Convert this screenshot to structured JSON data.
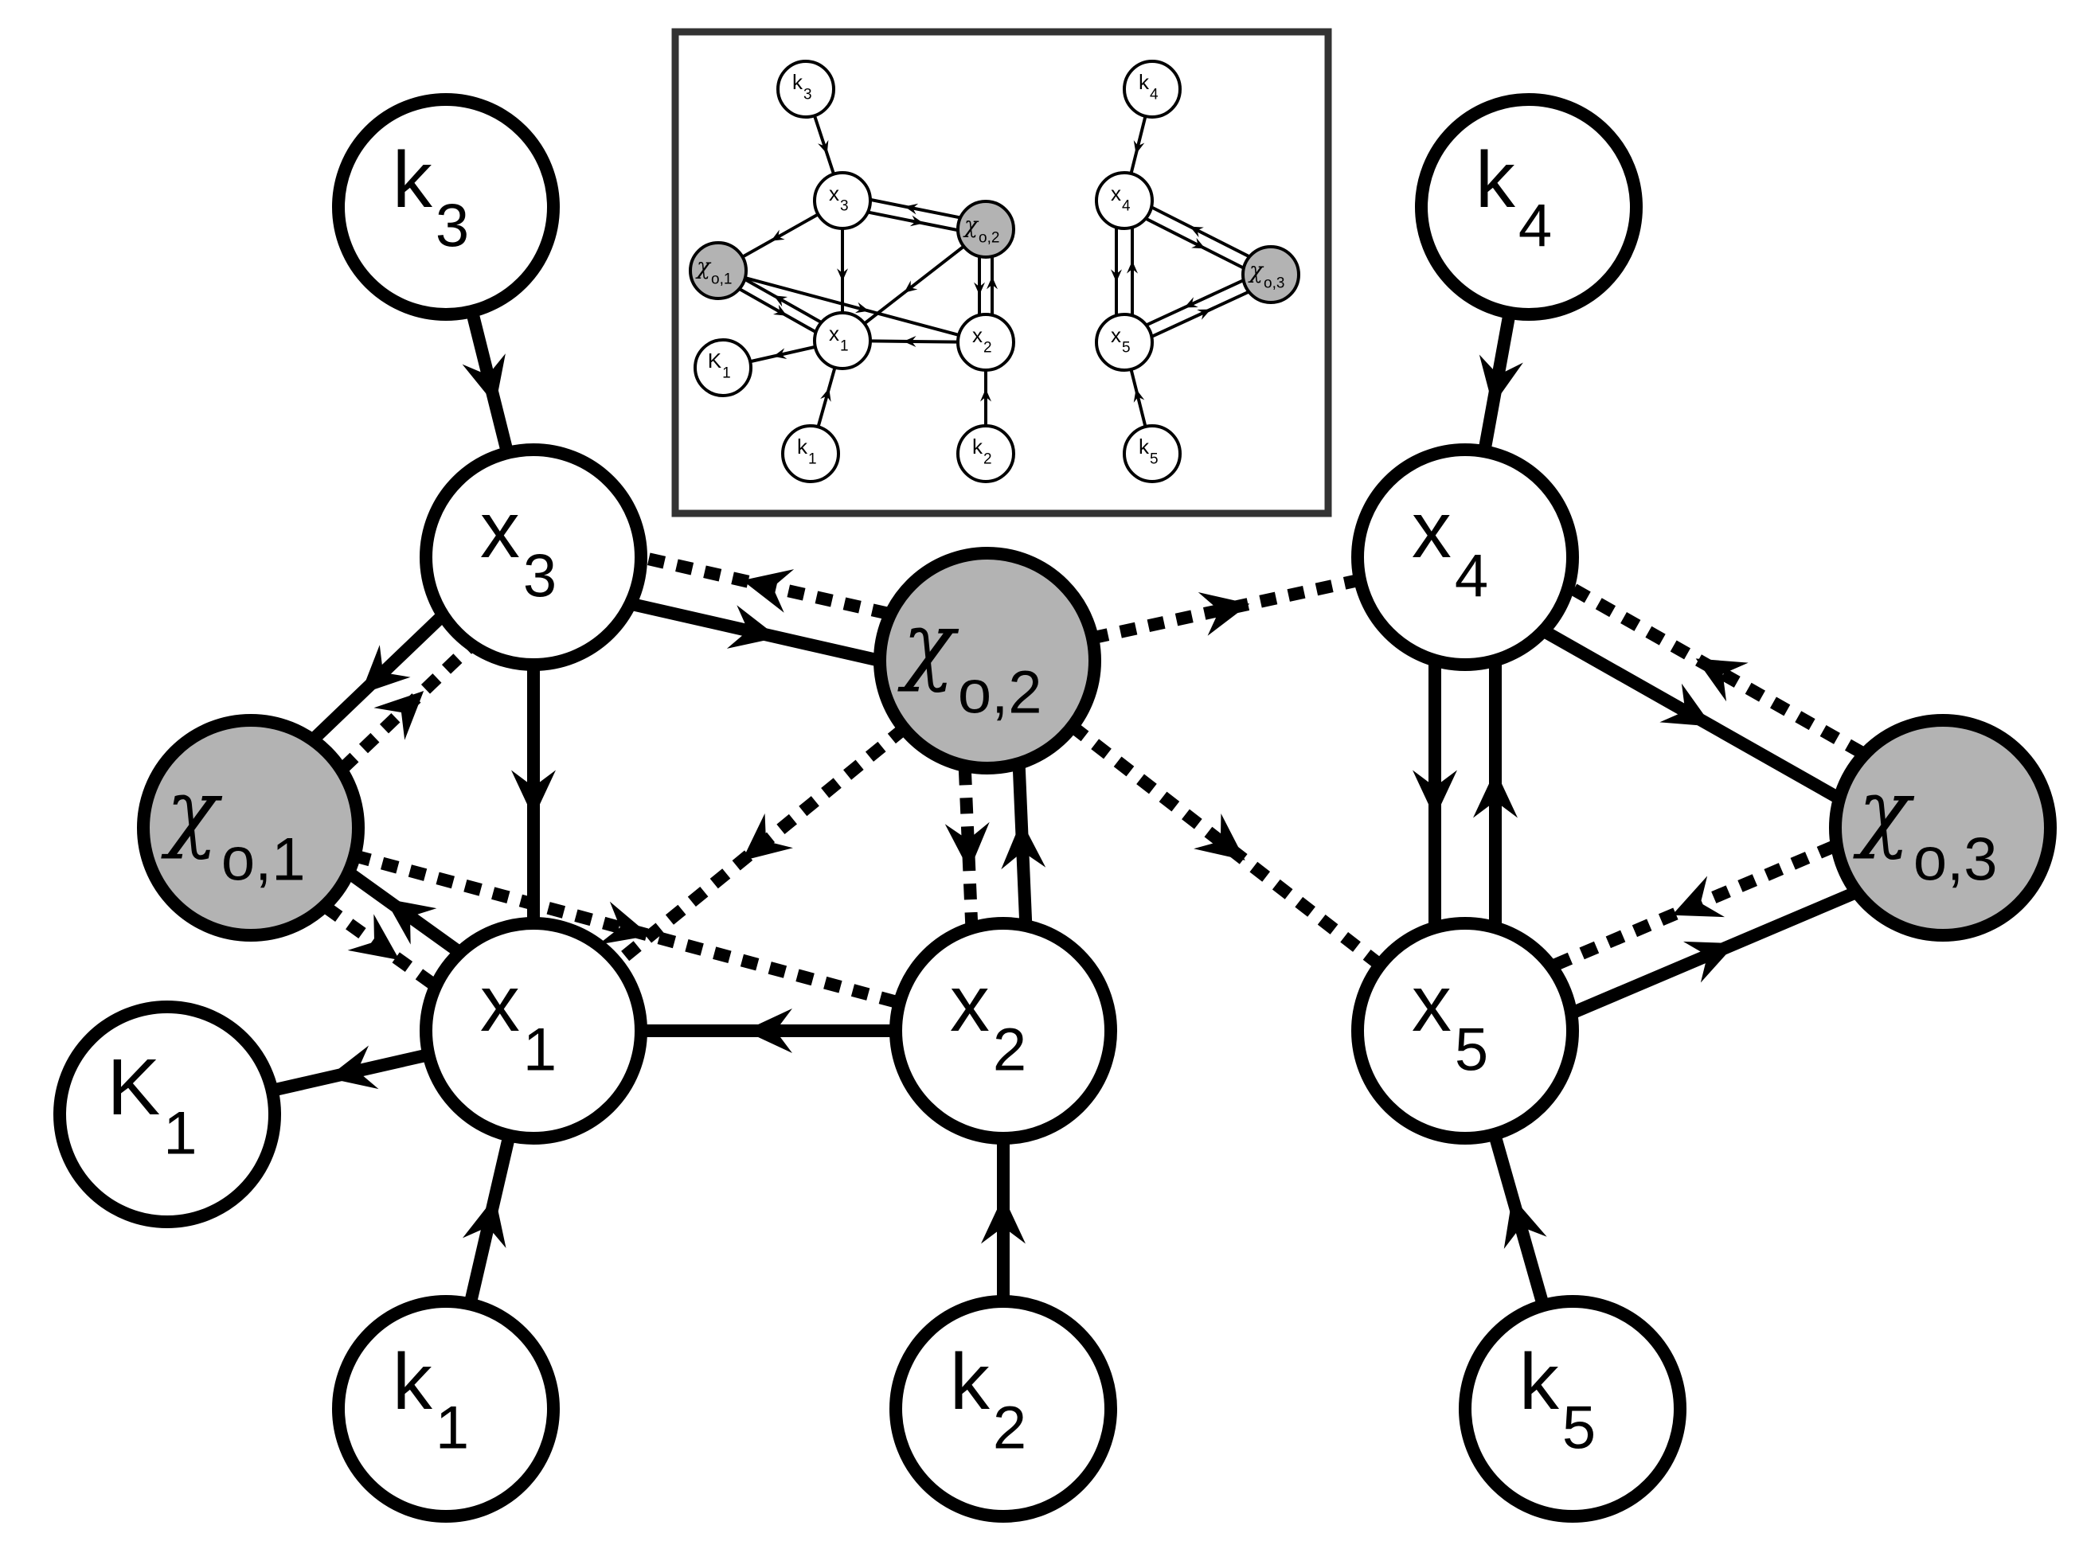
{
  "colors": {
    "stroke": "#000000",
    "node_fill": "#ffffff",
    "observed_fill": "#b3b3b3",
    "background": "#ffffff"
  },
  "main_graph": {
    "nodes": [
      {
        "id": "k3",
        "label": "k",
        "sub": "3",
        "type": "plain"
      },
      {
        "id": "x3",
        "label": "x",
        "sub": "3",
        "type": "plain"
      },
      {
        "id": "chi1",
        "label": "χ",
        "sub": "o,1",
        "type": "observed"
      },
      {
        "id": "x1",
        "label": "x",
        "sub": "1",
        "type": "plain"
      },
      {
        "id": "K1",
        "label": "K",
        "sub": "1",
        "type": "plain"
      },
      {
        "id": "k1",
        "label": "k",
        "sub": "1",
        "type": "plain"
      },
      {
        "id": "chi2",
        "label": "χ",
        "sub": "o,2",
        "type": "observed"
      },
      {
        "id": "x2",
        "label": "x",
        "sub": "2",
        "type": "plain"
      },
      {
        "id": "k2",
        "label": "k",
        "sub": "2",
        "type": "plain"
      },
      {
        "id": "k4",
        "label": "k",
        "sub": "4",
        "type": "plain"
      },
      {
        "id": "x4",
        "label": "x",
        "sub": "4",
        "type": "plain"
      },
      {
        "id": "x5",
        "label": "x",
        "sub": "5",
        "type": "plain"
      },
      {
        "id": "k5",
        "label": "k",
        "sub": "5",
        "type": "plain"
      },
      {
        "id": "chi3",
        "label": "χ",
        "sub": "o,3",
        "type": "observed"
      }
    ],
    "edges": [
      {
        "from": "k3",
        "to": "x3",
        "style": "solid"
      },
      {
        "from": "x3",
        "to": "x1",
        "style": "solid"
      },
      {
        "from": "x2",
        "to": "x1",
        "style": "solid"
      },
      {
        "from": "x1",
        "to": "K1",
        "style": "solid"
      },
      {
        "from": "k1",
        "to": "x1",
        "style": "solid"
      },
      {
        "from": "k2",
        "to": "x2",
        "style": "solid"
      },
      {
        "from": "k4",
        "to": "x4",
        "style": "solid"
      },
      {
        "from": "k5",
        "to": "x5",
        "style": "solid"
      },
      {
        "from": "x3",
        "to": "chi2",
        "style": "solid"
      },
      {
        "from": "chi2",
        "to": "x3",
        "style": "dotted"
      },
      {
        "from": "x3",
        "to": "chi1",
        "style": "solid"
      },
      {
        "from": "chi1",
        "to": "x3",
        "style": "dotted"
      },
      {
        "from": "x1",
        "to": "chi1",
        "style": "solid"
      },
      {
        "from": "chi1",
        "to": "x1",
        "style": "dotted"
      },
      {
        "from": "chi1",
        "to": "x2",
        "style": "dotted"
      },
      {
        "from": "chi2",
        "to": "x1",
        "style": "dotted"
      },
      {
        "from": "chi2",
        "to": "x2",
        "style": "dotted"
      },
      {
        "from": "x2",
        "to": "chi2",
        "style": "solid"
      },
      {
        "from": "chi2",
        "to": "x4",
        "style": "dotted"
      },
      {
        "from": "chi2",
        "to": "x5",
        "style": "dotted"
      },
      {
        "from": "x4",
        "to": "x5",
        "style": "solid"
      },
      {
        "from": "x5",
        "to": "x4",
        "style": "solid"
      },
      {
        "from": "x4",
        "to": "chi3",
        "style": "solid"
      },
      {
        "from": "chi3",
        "to": "x4",
        "style": "dotted"
      },
      {
        "from": "x5",
        "to": "chi3",
        "style": "solid"
      },
      {
        "from": "chi3",
        "to": "x5",
        "style": "dotted"
      }
    ]
  },
  "inset_graph": {
    "nodes": [
      {
        "id": "k3",
        "label": "k",
        "sub": "3",
        "type": "plain"
      },
      {
        "id": "x3",
        "label": "x",
        "sub": "3",
        "type": "plain"
      },
      {
        "id": "chi2",
        "label": "χ",
        "sub": "o,2",
        "type": "observed"
      },
      {
        "id": "chi1",
        "label": "χ",
        "sub": "o,1",
        "type": "observed"
      },
      {
        "id": "x1",
        "label": "x",
        "sub": "1",
        "type": "plain"
      },
      {
        "id": "x2",
        "label": "x",
        "sub": "2",
        "type": "plain"
      },
      {
        "id": "K1",
        "label": "K",
        "sub": "1",
        "type": "plain"
      },
      {
        "id": "k1",
        "label": "k",
        "sub": "1",
        "type": "plain"
      },
      {
        "id": "k2",
        "label": "k",
        "sub": "2",
        "type": "plain"
      },
      {
        "id": "k4",
        "label": "k",
        "sub": "4",
        "type": "plain"
      },
      {
        "id": "x4",
        "label": "x",
        "sub": "4",
        "type": "plain"
      },
      {
        "id": "chi3",
        "label": "χ",
        "sub": "o,3",
        "type": "observed"
      },
      {
        "id": "x5",
        "label": "x",
        "sub": "5",
        "type": "plain"
      },
      {
        "id": "k5",
        "label": "k",
        "sub": "5",
        "type": "plain"
      }
    ],
    "edges": [
      {
        "from": "k3",
        "to": "x3",
        "style": "solid"
      },
      {
        "from": "x3",
        "to": "x1",
        "style": "solid"
      },
      {
        "from": "x3",
        "to": "chi2",
        "style": "solid"
      },
      {
        "from": "chi2",
        "to": "x3",
        "style": "solid"
      },
      {
        "from": "x3",
        "to": "chi1",
        "style": "solid"
      },
      {
        "from": "chi1",
        "to": "x1",
        "style": "solid"
      },
      {
        "from": "x1",
        "to": "chi1",
        "style": "solid"
      },
      {
        "from": "chi1",
        "to": "x2",
        "style": "solid"
      },
      {
        "from": "chi2",
        "to": "x1",
        "style": "solid"
      },
      {
        "from": "chi2",
        "to": "x2",
        "style": "solid"
      },
      {
        "from": "x2",
        "to": "chi2",
        "style": "solid"
      },
      {
        "from": "x2",
        "to": "x1",
        "style": "solid"
      },
      {
        "from": "x1",
        "to": "K1",
        "style": "solid"
      },
      {
        "from": "k1",
        "to": "x1",
        "style": "solid"
      },
      {
        "from": "k2",
        "to": "x2",
        "style": "solid"
      },
      {
        "from": "k4",
        "to": "x4",
        "style": "solid"
      },
      {
        "from": "x4",
        "to": "x5",
        "style": "solid"
      },
      {
        "from": "x5",
        "to": "x4",
        "style": "solid"
      },
      {
        "from": "x4",
        "to": "chi3",
        "style": "solid"
      },
      {
        "from": "chi3",
        "to": "x4",
        "style": "solid"
      },
      {
        "from": "x5",
        "to": "chi3",
        "style": "solid"
      },
      {
        "from": "chi3",
        "to": "x5",
        "style": "solid"
      },
      {
        "from": "k5",
        "to": "x5",
        "style": "solid"
      }
    ]
  }
}
